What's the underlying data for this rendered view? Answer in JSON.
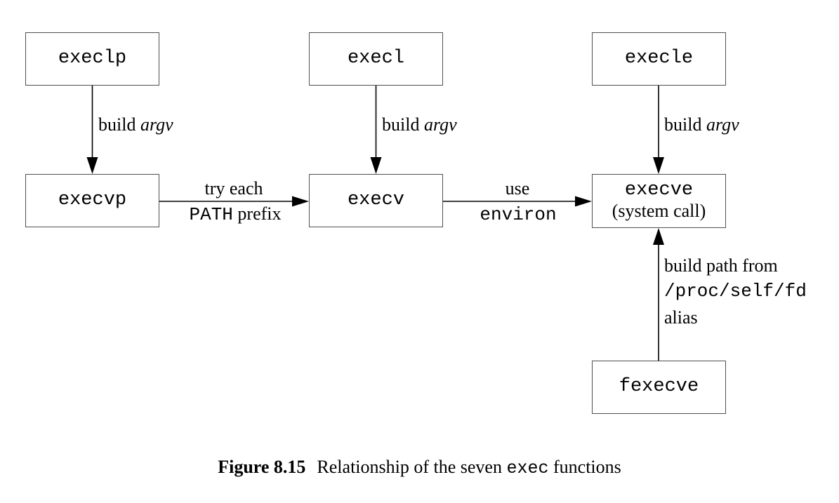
{
  "colors": {
    "background": "#ffffff",
    "line": "#000000",
    "box_border": "#4f4f4f",
    "text": "#000000"
  },
  "diagram": {
    "boxes": {
      "execlp": {
        "label": "execlp"
      },
      "execl": {
        "label": "execl"
      },
      "execle": {
        "label": "execle"
      },
      "execvp": {
        "label": "execvp"
      },
      "execv": {
        "label": "execv"
      },
      "execve": {
        "label": "execve",
        "sublabel": "(system call)"
      },
      "fexecve": {
        "label": "fexecve"
      }
    },
    "edges": {
      "execlp_to_execvp": {
        "text": "build",
        "emphasis": "argv"
      },
      "execl_to_execv": {
        "text": "build",
        "emphasis": "argv"
      },
      "execle_to_execve": {
        "text": "build",
        "emphasis": "argv"
      },
      "execvp_to_execv": {
        "line1": "try each",
        "line2_code": "PATH",
        "line2_text": "prefix"
      },
      "execv_to_execve": {
        "line1": "use",
        "line2_code": "environ"
      },
      "fexecve_to_execve": {
        "line1": "build path from",
        "line2_code": "/proc/self/fd",
        "line3": "alias"
      }
    }
  },
  "caption": {
    "label": "Figure 8.15",
    "text_before": "Relationship of the seven",
    "code": "exec",
    "text_after": "functions"
  }
}
